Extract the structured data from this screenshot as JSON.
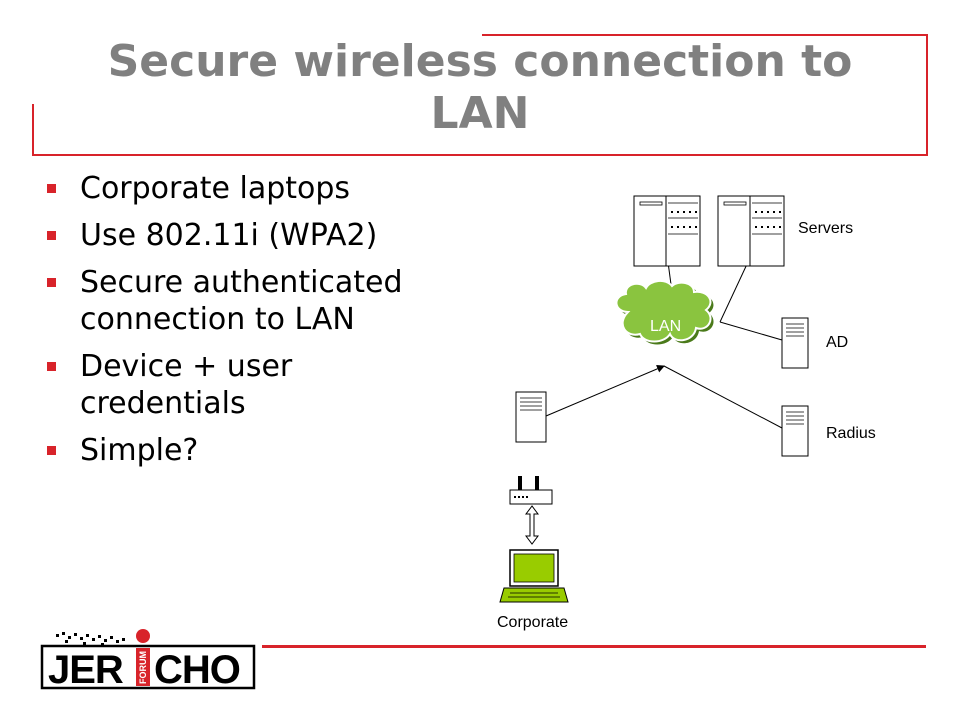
{
  "slide": {
    "title": "Secure wireless connection to\nLAN",
    "bullets": [
      "Corporate laptops",
      "Use 802.11i (WPA2)",
      "Secure authenticated connection to LAN",
      "Device + user credentials",
      "Simple?"
    ]
  },
  "diagram": {
    "lan_label": "LAN",
    "servers_label": "Servers",
    "ad_label": "AD",
    "radius_label": "Radius",
    "corporate_label": "Corporate"
  },
  "logo": {
    "text": "JERICHO",
    "sub_text": "FORUM"
  },
  "colors": {
    "accent_red": "#d8232a",
    "title_gray": "#808080",
    "lan_cloud": "#8ac43f",
    "laptop_green": "#99cc00"
  }
}
